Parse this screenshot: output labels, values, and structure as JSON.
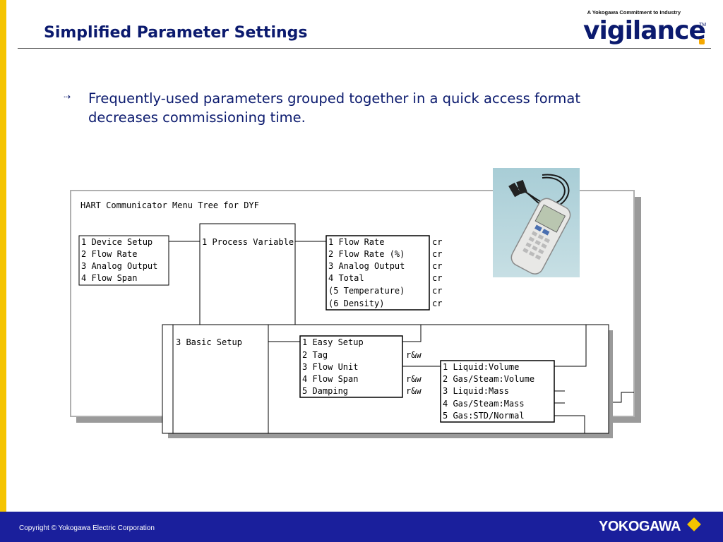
{
  "header": {
    "title": "Simplified Parameter Settings",
    "logo_tagline": "A Yokogawa Commitment to Industry",
    "logo_word": "vigilance",
    "logo_tm": "TM"
  },
  "bullet": {
    "marker": "⇢",
    "text": "Frequently-used parameters grouped together in a quick access format decreases commissioning time."
  },
  "diagram": {
    "caption": "HART Communicator Menu Tree for DYF",
    "main_menu": [
      "1 Device Setup",
      "2 Flow Rate",
      "3 Analog Output",
      "4 Flow Span"
    ],
    "process_variable": "1 Process Variable",
    "pv_items": [
      "1 Flow Rate",
      "2 Flow Rate (%)",
      "3 Analog Output",
      "4 Total",
      "(5 Temperature)",
      "(6 Density)"
    ],
    "pv_access": [
      "cr",
      "cr",
      "cr",
      "cr",
      "cr",
      "cr"
    ],
    "basic_setup": "3 Basic Setup",
    "basic_items": [
      "1 Easy Setup",
      "2 Tag",
      "3 Flow Unit",
      "4 Flow Span",
      "5 Damping"
    ],
    "basic_access": [
      "",
      "r&w",
      "",
      "r&w",
      "r&w"
    ],
    "unit_items": [
      "1 Liquid:Volume",
      "2 Gas/Steam:Volume",
      "3 Liquid:Mass",
      "4 Gas/Steam:Mass",
      "5 Gas:STD/Normal"
    ]
  },
  "footer": {
    "copyright": "Copyright © Yokogawa Electric Corporation",
    "brand": "YOKOGAWA"
  },
  "colors": {
    "title_blue": "#0b1a6e",
    "footer_blue": "#1a1f9c",
    "accent_yellow": "#f5c400"
  }
}
